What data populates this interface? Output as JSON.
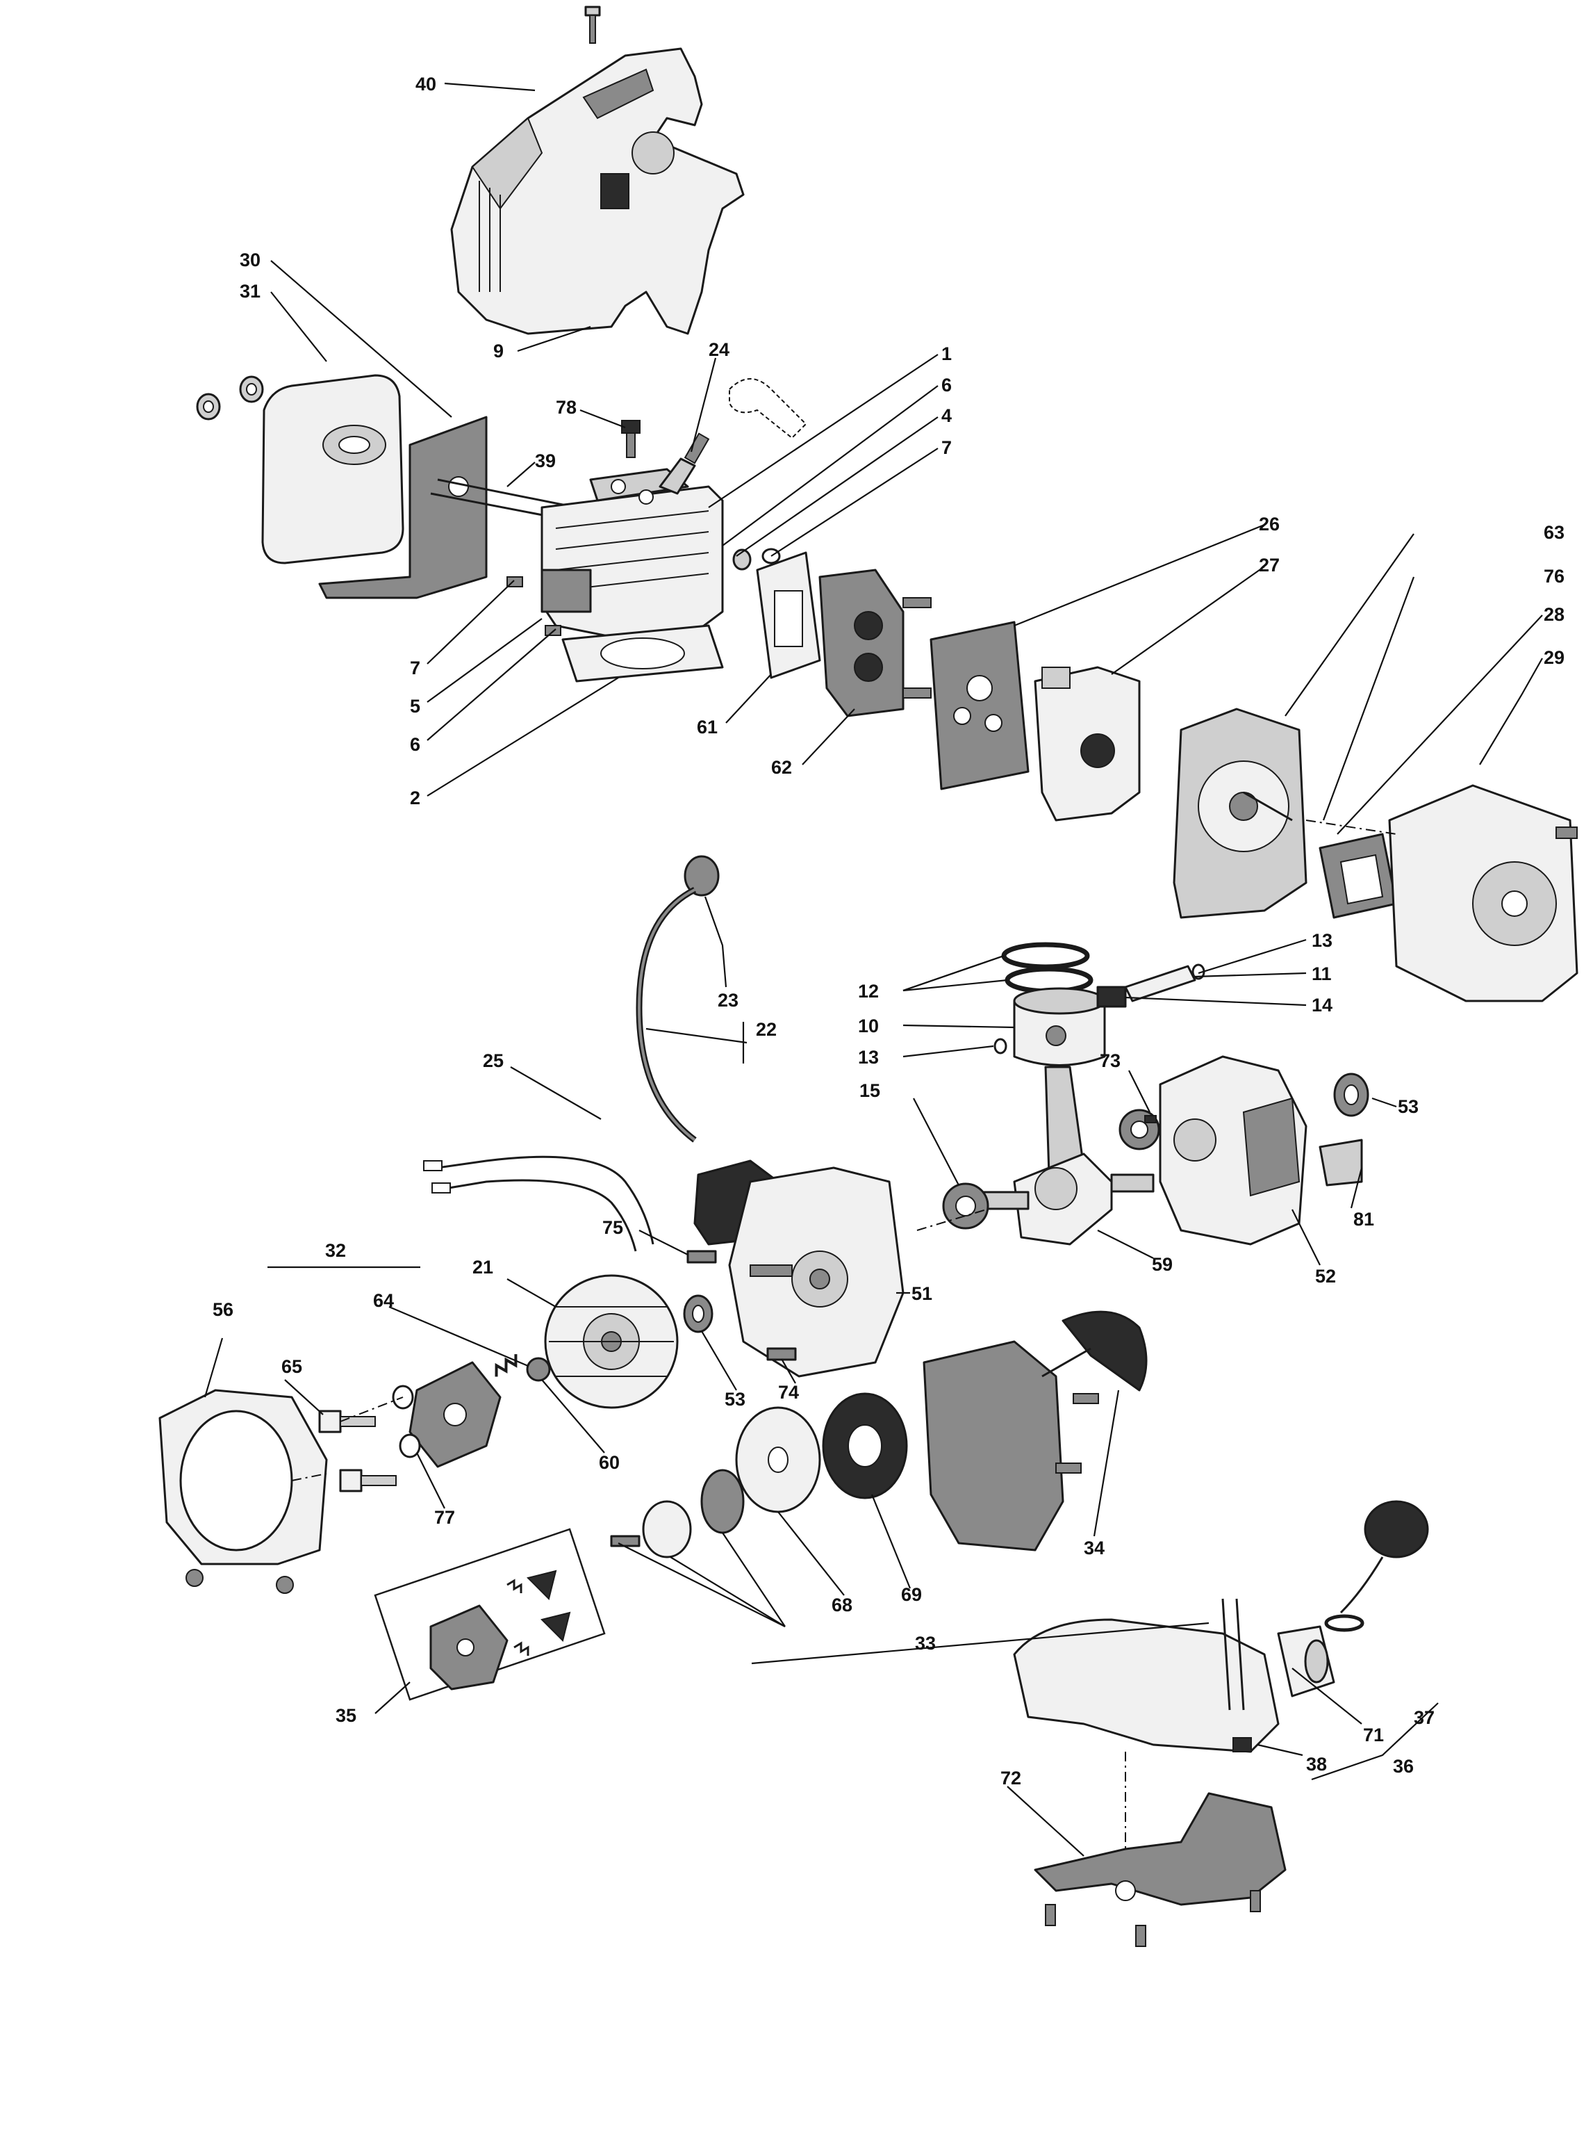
{
  "labels": [
    {
      "id": "p40",
      "text": "40"
    },
    {
      "id": "p9",
      "text": "9"
    },
    {
      "id": "p30",
      "text": "30"
    },
    {
      "id": "p31",
      "text": "31"
    },
    {
      "id": "p24",
      "text": "24"
    },
    {
      "id": "p78",
      "text": "78"
    },
    {
      "id": "p39",
      "text": "39"
    },
    {
      "id": "p1",
      "text": "1"
    },
    {
      "id": "p6a",
      "text": "6"
    },
    {
      "id": "p4",
      "text": "4"
    },
    {
      "id": "p7a",
      "text": "7"
    },
    {
      "id": "p26",
      "text": "26"
    },
    {
      "id": "p27",
      "text": "27"
    },
    {
      "id": "p63",
      "text": "63"
    },
    {
      "id": "p76",
      "text": "76"
    },
    {
      "id": "p28",
      "text": "28"
    },
    {
      "id": "p29",
      "text": "29"
    },
    {
      "id": "p7b",
      "text": "7"
    },
    {
      "id": "p5",
      "text": "5"
    },
    {
      "id": "p6b",
      "text": "6"
    },
    {
      "id": "p2",
      "text": "2"
    },
    {
      "id": "p61",
      "text": "61"
    },
    {
      "id": "p62",
      "text": "62"
    },
    {
      "id": "p23",
      "text": "23"
    },
    {
      "id": "p22",
      "text": "22"
    },
    {
      "id": "p13a",
      "text": "13"
    },
    {
      "id": "p11",
      "text": "11"
    },
    {
      "id": "p12",
      "text": "12"
    },
    {
      "id": "p14",
      "text": "14"
    },
    {
      "id": "p10",
      "text": "10"
    },
    {
      "id": "p13b",
      "text": "13"
    },
    {
      "id": "p25",
      "text": "25"
    },
    {
      "id": "p15",
      "text": "15"
    },
    {
      "id": "p73",
      "text": "73"
    },
    {
      "id": "p53a",
      "text": "53"
    },
    {
      "id": "p81",
      "text": "81"
    },
    {
      "id": "p59",
      "text": "59"
    },
    {
      "id": "p52",
      "text": "52"
    },
    {
      "id": "p75",
      "text": "75"
    },
    {
      "id": "p32",
      "text": "32"
    },
    {
      "id": "p21",
      "text": "21"
    },
    {
      "id": "p64",
      "text": "64"
    },
    {
      "id": "p51",
      "text": "51"
    },
    {
      "id": "p56",
      "text": "56"
    },
    {
      "id": "p65",
      "text": "65"
    },
    {
      "id": "p53b",
      "text": "53"
    },
    {
      "id": "p74",
      "text": "74"
    },
    {
      "id": "p60",
      "text": "60"
    },
    {
      "id": "p77",
      "text": "77"
    },
    {
      "id": "p34",
      "text": "34"
    },
    {
      "id": "p68",
      "text": "68"
    },
    {
      "id": "p69",
      "text": "69"
    },
    {
      "id": "p33",
      "text": "33"
    },
    {
      "id": "p35",
      "text": "35"
    },
    {
      "id": "p37",
      "text": "37"
    },
    {
      "id": "p71",
      "text": "71"
    },
    {
      "id": "p38",
      "text": "38"
    },
    {
      "id": "p36",
      "text": "36"
    },
    {
      "id": "p72",
      "text": "72"
    }
  ],
  "colors": {
    "ink": "#111111",
    "part_light": "#f1f1f1",
    "part_mid": "#cfcfcf",
    "part_dark": "#8a8a8a",
    "part_black": "#2b2b2b"
  }
}
